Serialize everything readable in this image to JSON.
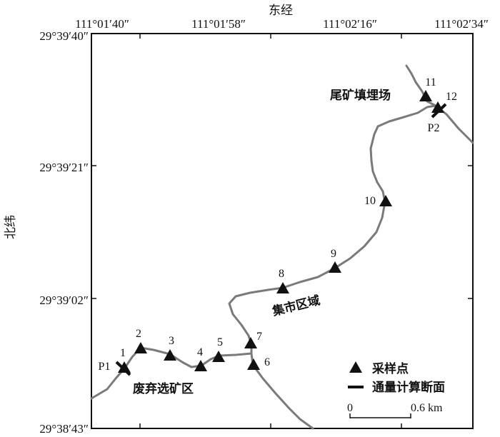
{
  "axes": {
    "x_title": "东经",
    "y_title": "北纬",
    "x_ticks": [
      "111°01′40″",
      "111°01′58″",
      "111°02′16″",
      "111°02′34″"
    ],
    "y_ticks": [
      "29°39′40″",
      "29°39′21″",
      "29°39′02″",
      "29°38′43″"
    ]
  },
  "areas": {
    "tailings": "尾矿填埋场",
    "market": "集市区域",
    "abandoned": "废弃选矿区"
  },
  "sections": {
    "p1": "P1",
    "p2": "P2"
  },
  "sites": [
    "1",
    "2",
    "3",
    "4",
    "5",
    "6",
    "7",
    "8",
    "9",
    "10",
    "11",
    "12"
  ],
  "legend": {
    "sampling_point": "采样点",
    "flux_section": "通量计算断面"
  },
  "scale": {
    "start": "0",
    "end": "0.6 km"
  },
  "colors": {
    "river": "#7a7a7a",
    "frame": "#111111",
    "marker": "#111111"
  }
}
